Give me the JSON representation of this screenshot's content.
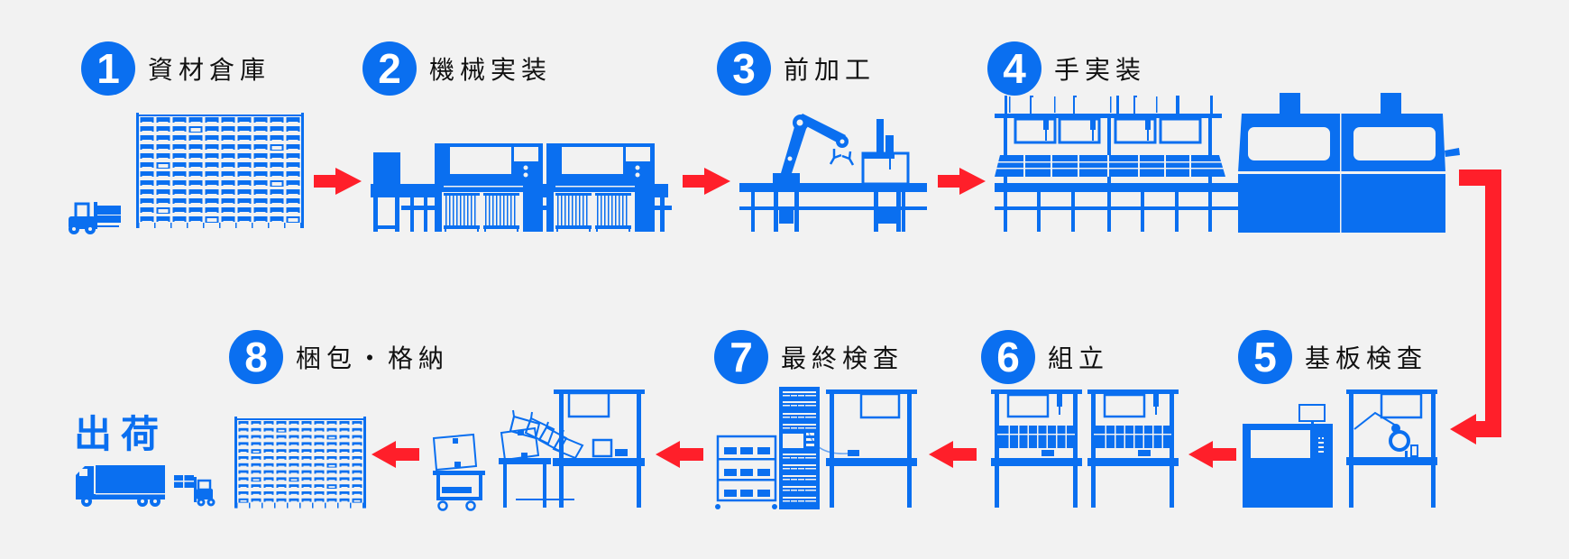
{
  "colors": {
    "primary": "#0a6ff0",
    "arrow": "#ff1f2a",
    "background": "#f2f2f2",
    "text": "#111111"
  },
  "steps": [
    {
      "number": "1",
      "title": "資材倉庫",
      "illustration": "warehouse-rack-with-forklift"
    },
    {
      "number": "2",
      "title": "機械実装",
      "illustration": "smt-mounting-machines"
    },
    {
      "number": "3",
      "title": "前加工",
      "illustration": "robot-arm-and-press"
    },
    {
      "number": "4",
      "title": "手実装",
      "illustration": "manual-assembly-line-and-reflow-oven"
    },
    {
      "number": "5",
      "title": "基板検査",
      "illustration": "inspection-machine-and-magnifier-bench"
    },
    {
      "number": "6",
      "title": "組立",
      "illustration": "assembly-workbenches"
    },
    {
      "number": "7",
      "title": "最終検査",
      "illustration": "test-rack-and-bench"
    },
    {
      "number": "8",
      "title": "梱包・格納",
      "illustration": "packing-bench-and-storage-rack"
    }
  ],
  "shipping": {
    "label": "出荷",
    "illustration": "truck-and-forklift"
  },
  "flow": [
    "1→2",
    "2→3",
    "3→4",
    "4→5",
    "5→6",
    "6→7",
    "7→8",
    "8→出荷"
  ]
}
